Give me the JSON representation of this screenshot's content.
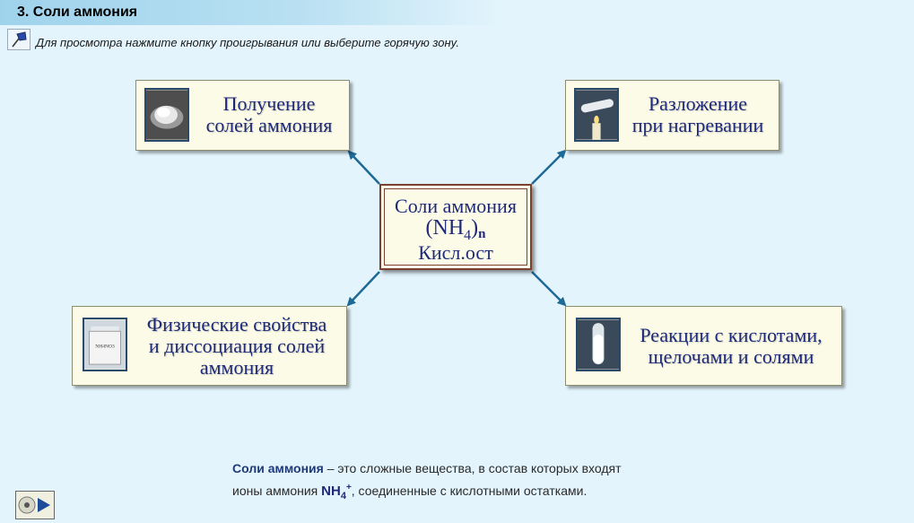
{
  "header": {
    "title": "3. Соли аммония",
    "hint": "Для просмотра нажмите кнопку проигрывания или выберите горячую зону."
  },
  "center": {
    "line1": "Соли аммония",
    "formula_main": "(NH",
    "formula_sub": "4",
    "formula_close": ")",
    "formula_n": "n",
    "line3": "Кисл.ост"
  },
  "cards": {
    "obtaining": "Получение\nсолей аммония",
    "decomposition": "Разложение\nпри нагревании",
    "physical": "Физические свойства\nи диссоциация солей\nаммония",
    "reactions": "Реакции с кислотами,\nщелочами и солями"
  },
  "thumb_jar_text": "NH4NO3",
  "definition": {
    "term": "Соли аммония",
    "part1": " – это сложные вещества, в состав которых входят",
    "part2_before": "ионы аммония ",
    "ion_main": "NH",
    "ion_sub": "4",
    "ion_sup": "+",
    "part2_after": ", соединенные с кислотными остатками."
  },
  "colors": {
    "background": "#e3f4fc",
    "card_bg": "#fbfbe8",
    "label": "#1e2a78",
    "arrow": "#1e6a96"
  },
  "icons": [
    "pushpin-hint-icon",
    "play-icon"
  ]
}
